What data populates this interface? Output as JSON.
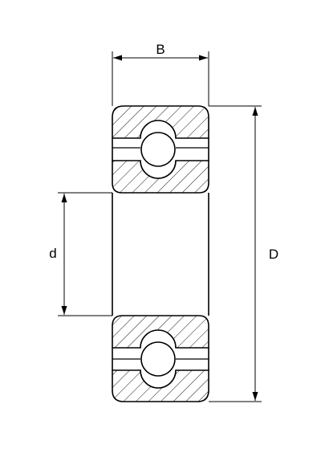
{
  "drawing": {
    "subject": "ball-bearing-cross-section",
    "line_color": "#000000",
    "background": "#ffffff"
  },
  "dimensions": {
    "width_label": "B",
    "outer_diameter_label": "D",
    "bore_diameter_label": "d"
  }
}
